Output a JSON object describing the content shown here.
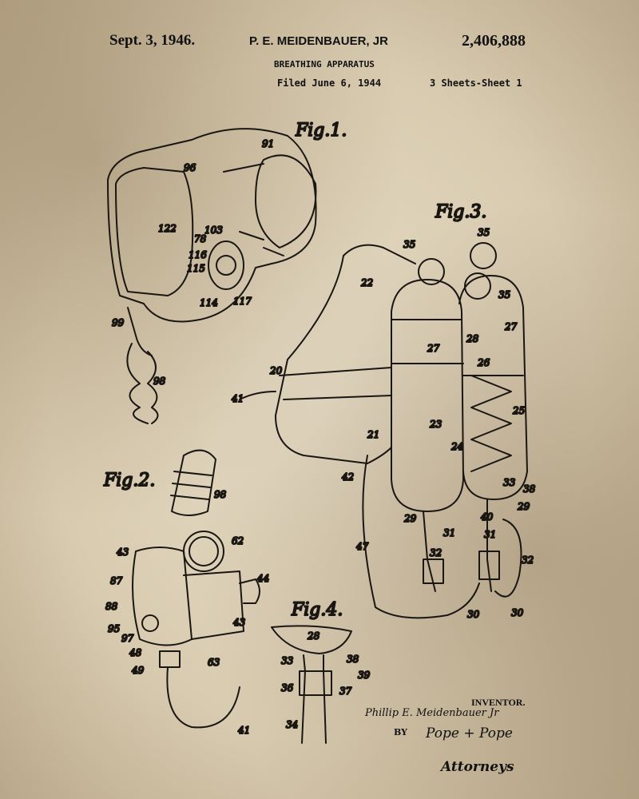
{
  "header": {
    "date": "Sept. 3, 1946.",
    "inventor": "P. E. MEIDENBAUER, JR",
    "patent_number": "2,406,888",
    "title": "BREATHING APPARATUS",
    "filed": "Filed June 6, 1944",
    "sheets": "3 Sheets-Sheet 1"
  },
  "fig1": {
    "label": "Fig.1.",
    "refs": [
      "96",
      "91",
      "122",
      "78",
      "103",
      "116",
      "115",
      "114",
      "117",
      "99",
      "98"
    ]
  },
  "fig2": {
    "label": "Fig.2.",
    "refs": [
      "98",
      "62",
      "43",
      "87",
      "44",
      "88",
      "43",
      "95",
      "97",
      "48",
      "49",
      "63",
      "41"
    ]
  },
  "fig3": {
    "label": "Fig.3.",
    "refs": [
      "35",
      "35",
      "35",
      "22",
      "27",
      "27",
      "28",
      "26",
      "25",
      "20",
      "41",
      "21",
      "42",
      "23",
      "24",
      "33",
      "38",
      "29",
      "29",
      "40",
      "31",
      "31",
      "32",
      "32",
      "47",
      "30",
      "30"
    ]
  },
  "fig4": {
    "label": "Fig.4.",
    "refs": [
      "28",
      "33",
      "38",
      "39",
      "36",
      "37",
      "34"
    ]
  },
  "footer": {
    "inventor_label": "INVENTOR.",
    "inventor_signature": "Phillip E. Meidenbauer Jr",
    "by": "BY",
    "attorney_signature": "Pope + Pope",
    "attorneys": "Attorneys"
  }
}
